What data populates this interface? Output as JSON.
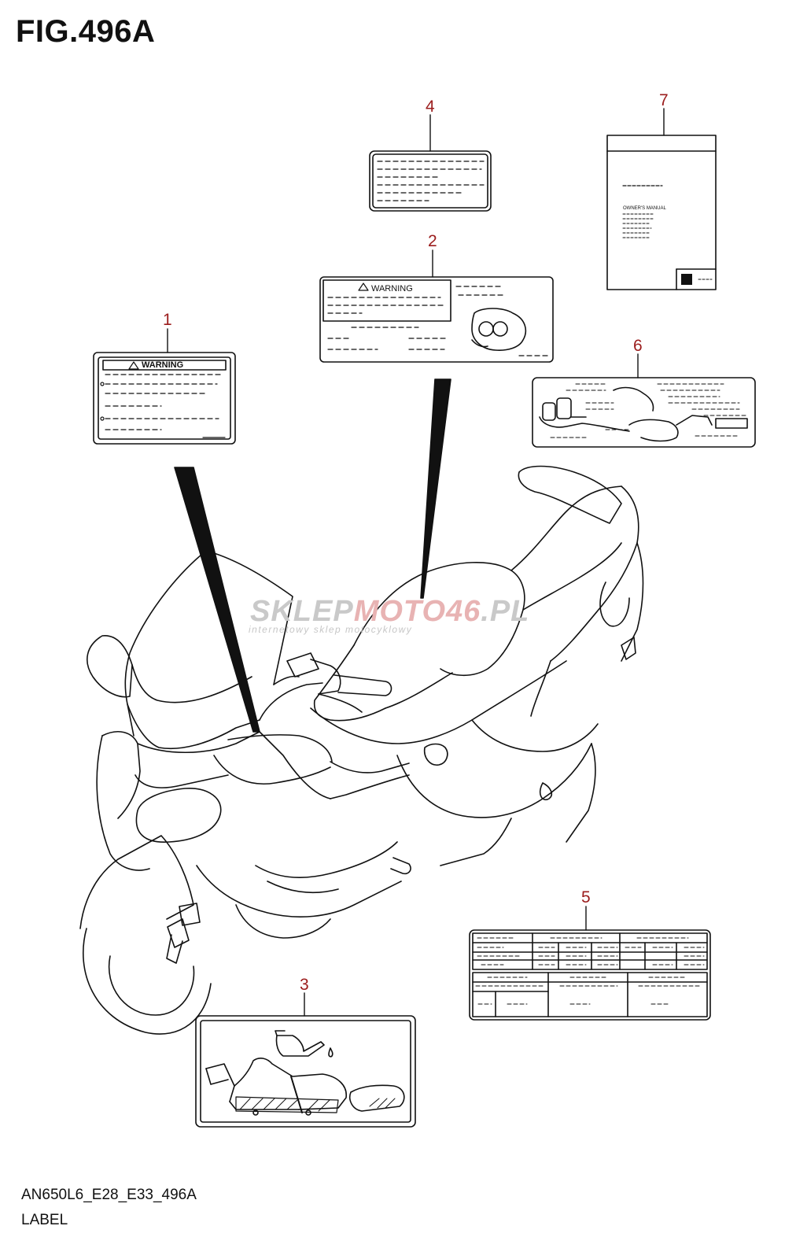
{
  "figure": {
    "title": "FIG.496A",
    "code": "AN650L6_E28_E33_496A",
    "name": "LABEL"
  },
  "callouts": [
    {
      "id": "1",
      "text": "1"
    },
    {
      "id": "2",
      "text": "2"
    },
    {
      "id": "3",
      "text": "3"
    },
    {
      "id": "4",
      "text": "4"
    },
    {
      "id": "5",
      "text": "5"
    },
    {
      "id": "6",
      "text": "6"
    },
    {
      "id": "7",
      "text": "7"
    }
  ],
  "labels": {
    "warning_1": "WARNING",
    "warning_2": "WARNING",
    "owners_manual": "OWNER'S MANUAL"
  },
  "watermark": {
    "brand_a": "SKLEP",
    "brand_b": "MOTO",
    "brand_c": "46",
    "brand_d": ".PL",
    "tagline": "internetowy sklep motocyklowy"
  },
  "colors": {
    "callout": "#9b1c1c",
    "line": "#111111",
    "watermark": "#c9c9c9"
  }
}
